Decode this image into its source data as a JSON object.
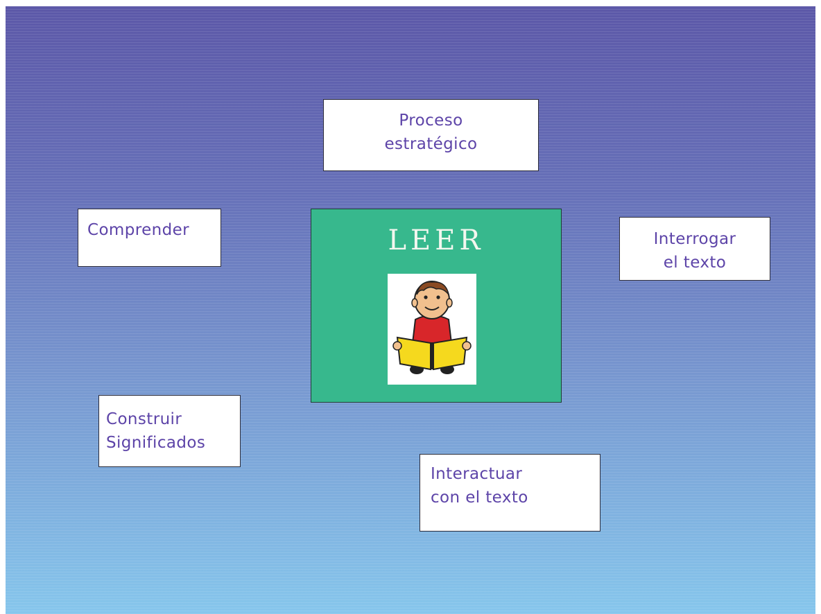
{
  "slide": {
    "central": {
      "title": "LEER",
      "image": "child-reading-book-icon"
    },
    "concepts": [
      {
        "lines": [
          "Proceso",
          "estratégico"
        ]
      },
      {
        "lines": [
          "Comprender"
        ]
      },
      {
        "lines": [
          "Interrogar",
          "el texto"
        ]
      },
      {
        "lines": [
          "Construir",
          "Significados"
        ]
      },
      {
        "lines": [
          "Interactuar",
          "con el texto"
        ]
      }
    ]
  },
  "colors": {
    "box_text": "#5d44a8",
    "center_panel": "#37b88d",
    "background_top": "#5c58a8",
    "background_bottom": "#86c6ec"
  }
}
